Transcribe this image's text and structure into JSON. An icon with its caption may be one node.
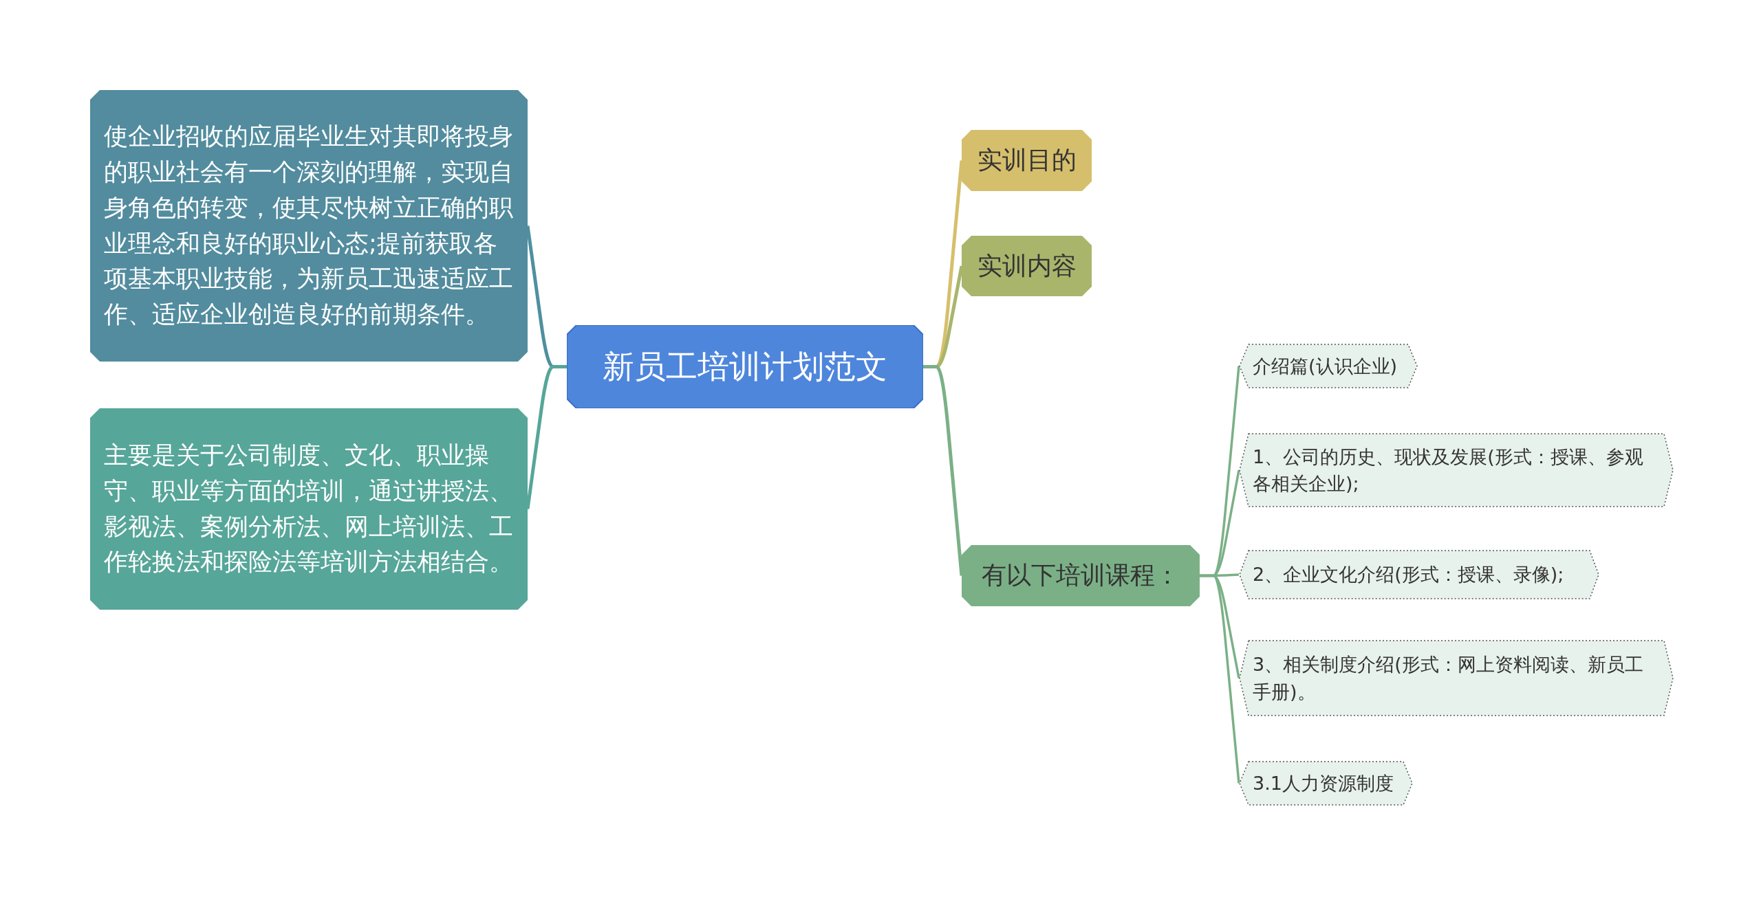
{
  "diagram": {
    "nodes": [
      {
        "text": [
          "新员工培训计划范文"
        ]
      },
      {
        "text": [
          "使企业招收的应届毕业生对其即将投身的职业社会有一个深刻的理解，实现自身角色的转变，使其尽快树立正确的职业理念和良好的职业心态;提前获取各项基本职业技能，为新员工迅速适应工作、适应企业创造良好的前期条件。"
        ]
      },
      {
        "text": [
          "主要是关于公司制度、文化、职业操守、职业等方面的培训，通过讲授法、影视法、案例分析法、网上培训法、工作轮换法和探险法等培训方法相结合。"
        ]
      },
      {
        "text": [
          "实训目的"
        ]
      },
      {
        "text": [
          "实训内容"
        ]
      },
      {
        "text": [
          "有以下培训课程："
        ]
      },
      {
        "text": [
          "介绍篇(认识企业)"
        ]
      },
      {
        "text": [
          "1、公司的历史、现状及发展(形式：授课、参观各相关企业);"
        ]
      },
      {
        "text": [
          "2、企业文化介绍(形式：授课、录像);"
        ]
      },
      {
        "text": [
          "3、相关制度介绍(形式：网上资料阅读、新员工手册)。"
        ]
      },
      {
        "text": [
          "3.1人力资源制度"
        ]
      }
    ],
    "edges": [
      {
        "from": 0,
        "to": 1,
        "arrow": "none",
        "color": "#4f8fa0"
      },
      {
        "from": 0,
        "to": 2,
        "arrow": "none",
        "color": "#56a699"
      },
      {
        "from": 0,
        "to": 3,
        "arrow": "none",
        "color": "#d6bf6c"
      },
      {
        "from": 0,
        "to": 4,
        "arrow": "none",
        "color": "#a9b56b"
      },
      {
        "from": 0,
        "to": 5,
        "arrow": "none"
      },
      {
        "from": 5,
        "to": 6,
        "arrow": "none"
      },
      {
        "from": 5,
        "to": 7,
        "arrow": "none"
      },
      {
        "from": 5,
        "to": 8,
        "arrow": "none"
      },
      {
        "from": 5,
        "to": 9,
        "arrow": "none"
      },
      {
        "from": 5,
        "to": 10,
        "arrow": "none"
      }
    ]
  }
}
